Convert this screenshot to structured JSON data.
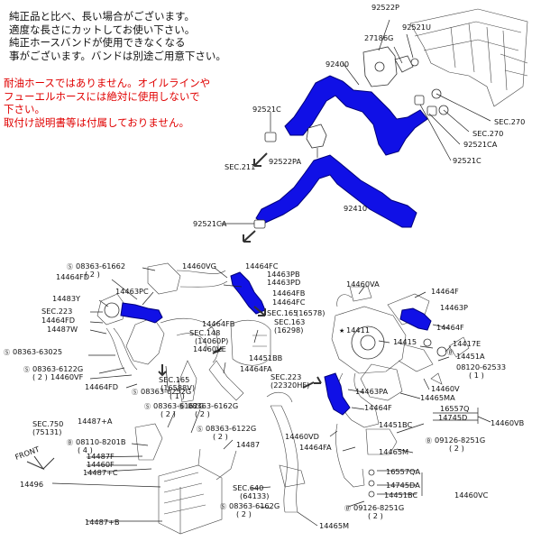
{
  "notes": {
    "black": "純正品と比べ、長い場合がございます。\n適度な長さにカットしてお使い下さい。\n純正ホースバンドが使用できなくなる\n事がございます。バンドは別途ご用意下さい。",
    "red": "耐油ホースではありません。オイルラインや\nフューエルホースには絶対に使用しないで\n下さい。\n取付け説明書等は付属しておりません。"
  },
  "upper_labels": {
    "p92522P": "92522P",
    "p92521U": "92521U",
    "p27186G": "27186G",
    "p92400": "92400",
    "p92521C_l": "92521C",
    "sec270_a": "SEC.270",
    "sec270_b": "SEC.270",
    "p92521CA": "92521CA",
    "p92521C_r": "92521C",
    "sec211": "SEC.211",
    "p92522PA": "92522PA",
    "p92410": "92410",
    "p92521CA_b": "92521CA"
  },
  "lower_labels": {
    "b08363_61662": "08363-61662",
    "b08363_61662_q": "( 2 )",
    "p14464FD_a": "14464FD",
    "p14483Y": "14483Y",
    "p14463PC": "14463PC",
    "sec223_a": "SEC.223",
    "p14464FD_b": "14464FD",
    "p14487W": "14487W",
    "b08363_63025": "08363-63025",
    "b08363_6122G_l": "08363-6122G",
    "b08363_6122G_l_q": "( 2 )",
    "p14460VF": "14460VF",
    "p14464FD_c": "14464FD",
    "p14460VG": "14460VG",
    "p14464FC": "14464FC",
    "p14463PB": "14463PB",
    "p14463PD": "14463PD",
    "p14464FB_a": "14464FB",
    "p14464FC_b": "14464FC",
    "sec165_a": "SEC.165",
    "sec165_a_ref": "(16578)",
    "sec163": "SEC.163",
    "sec163_ref": "(16298)",
    "p14464FB_b": "14464FB",
    "sec148": "SEC.148",
    "sec148_ref": "(14060P)",
    "p14460VE": "14460VE",
    "sec165_b": "SEC.165",
    "sec165_b_ref": "(16588V)",
    "sec165_b_q": "( 1 )",
    "b08363_6252G": "08363-6252G",
    "p14451BB": "14451BB",
    "p14464FA_a": "14464FA",
    "sec223_b": "SEC.223",
    "sec223_b_ref": "(22320HF)",
    "b08363_6162G_a": "08363-6162G",
    "b08363_6162G_a_q": "( 2 )",
    "b08363_6162G_b": "08363-6162G",
    "b08363_6162G_b_q": "( 2 )",
    "p14487A": "14487+A",
    "sec750": "SEC.750",
    "sec750_ref": "(75131)",
    "b08110_8201B": "08110-8201B",
    "b08110_8201B_q": "( 4 )",
    "p14487F": "14487F",
    "p14460F": "14460F",
    "p14487C": "14487+C",
    "b08363_6122G_m": "08363-6122G",
    "b08363_6122G_m_q": "( 2 )",
    "p14487": "14487",
    "front": "FRONT",
    "p14496": "14496",
    "sec640": "SEC.640",
    "sec640_ref": "(64133)",
    "b08363_6162G_c": "08363-6162G",
    "b08363_6162G_c_q": "( 2 )",
    "p14487B": "14487+B",
    "p14460VA": "14460VA",
    "p14464F_a": "14464F",
    "p14463P": "14463P",
    "p14464F_b": "14464F",
    "p14411": "14411",
    "p14415": "14415",
    "p14417E": "14417E",
    "p14451A": "14451A",
    "b08120_62533": "08120-62533",
    "b08120_62533_q": "( 1 )",
    "p14460V": "14460V",
    "p14465MA": "14465MA",
    "p14464F_c": "14464F",
    "p14463PA": "14463PA",
    "p14451BC": "14451BC",
    "p16557Q": "16557Q",
    "p14745D": "14745D",
    "p14460VB": "14460VB",
    "p14460VD": "14460VD",
    "p14464FA_b": "14464FA",
    "b09126_8251G_a": "09126-8251G",
    "b09126_8251G_a_q": "( 2 )",
    "p14465M": "14465M",
    "p16557QA": "16557QA",
    "p14745DA": "14745DA",
    "p14451BC_b": "14451BC",
    "p14460VC": "14460VC",
    "b09126_8251G_b": "09126-8251G",
    "b09126_8251G_b_q": "( 2 )",
    "p14465M_b": "14465M"
  },
  "colors": {
    "hose": "#1010e6",
    "note_red": "#e00000",
    "ink": "#222222"
  }
}
